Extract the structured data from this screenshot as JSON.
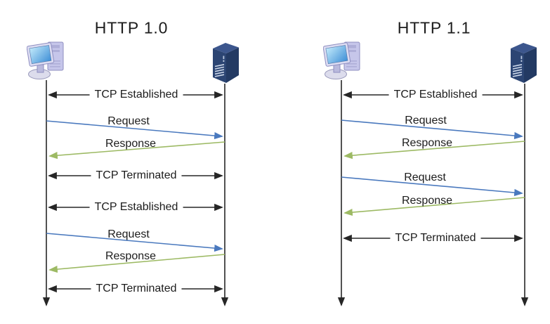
{
  "colors": {
    "line": "#262626",
    "request_arrow": "#4a79be",
    "response_arrow": "#9dba64",
    "text": "#1c1c1c"
  },
  "panels": [
    {
      "title": "HTTP 1.0",
      "client_icon": "client-computer-icon",
      "server_icon": "server-icon",
      "messages": [
        {
          "type": "tcp-control",
          "label": "TCP Established",
          "direction": "bidirectional"
        },
        {
          "type": "request",
          "label": "Request",
          "direction": "client-to-server"
        },
        {
          "type": "response",
          "label": "Response",
          "direction": "server-to-client"
        },
        {
          "type": "tcp-control",
          "label": "TCP Terminated",
          "direction": "bidirectional"
        },
        {
          "type": "tcp-control",
          "label": "TCP Established",
          "direction": "bidirectional"
        },
        {
          "type": "request",
          "label": "Request",
          "direction": "client-to-server"
        },
        {
          "type": "response",
          "label": "Response",
          "direction": "server-to-client"
        },
        {
          "type": "tcp-control",
          "label": "TCP Terminated",
          "direction": "bidirectional"
        }
      ]
    },
    {
      "title": "HTTP 1.1",
      "client_icon": "client-computer-icon",
      "server_icon": "server-icon",
      "messages": [
        {
          "type": "tcp-control",
          "label": "TCP Established",
          "direction": "bidirectional"
        },
        {
          "type": "request",
          "label": "Request",
          "direction": "client-to-server"
        },
        {
          "type": "response",
          "label": "Response",
          "direction": "server-to-client"
        },
        {
          "type": "request",
          "label": "Request",
          "direction": "client-to-server"
        },
        {
          "type": "response",
          "label": "Response",
          "direction": "server-to-client"
        },
        {
          "type": "tcp-control",
          "label": "TCP Terminated",
          "direction": "bidirectional"
        }
      ]
    }
  ]
}
